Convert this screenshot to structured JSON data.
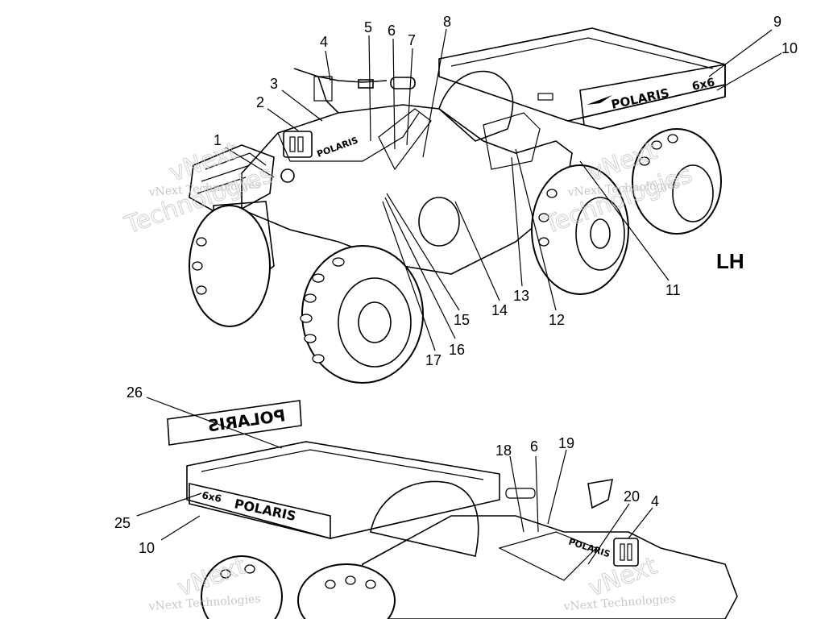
{
  "view_label": "LH",
  "callouts": {
    "c1": "1",
    "c2": "2",
    "c3": "3",
    "c4": "4",
    "c5": "5",
    "c6": "6",
    "c7": "7",
    "c8": "8",
    "c9": "9",
    "c10": "10",
    "c11": "11",
    "c12": "12",
    "c13": "13",
    "c14": "14",
    "c15": "15",
    "c16": "16",
    "c17": "17",
    "c26": "26",
    "c18": "18",
    "c6b": "6",
    "c19": "19",
    "c20": "20",
    "c4b": "4",
    "c25": "25",
    "c10b": "10"
  },
  "decals": {
    "polaris": "POLARIS",
    "six_by_six": "6x6",
    "polaris_mirrored": "POLARIS"
  },
  "watermark": {
    "company": "vNext Technologies",
    "word1": "vNext",
    "word2": "Technologies"
  }
}
